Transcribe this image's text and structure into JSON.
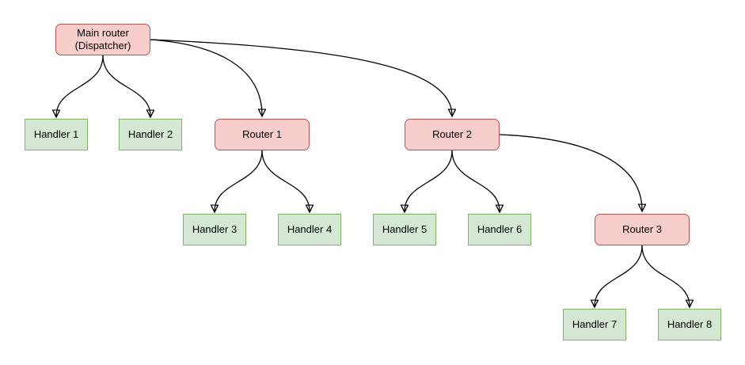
{
  "diagram": {
    "type": "tree-flowchart",
    "colors": {
      "router_fill": "#f8cecc",
      "router_border": "#b85450",
      "handler_fill": "#d5e8d4",
      "handler_border": "#82b366",
      "edge": "#000000",
      "background": "#ffffff",
      "text": "#000000"
    },
    "nodes": {
      "main": {
        "label": "Main router\n(Dispatcher)",
        "kind": "router"
      },
      "router1": {
        "label": "Router 1",
        "kind": "router"
      },
      "router2": {
        "label": "Router 2",
        "kind": "router"
      },
      "router3": {
        "label": "Router 3",
        "kind": "router"
      },
      "handler1": {
        "label": "Handler 1",
        "kind": "handler"
      },
      "handler2": {
        "label": "Handler 2",
        "kind": "handler"
      },
      "handler3": {
        "label": "Handler 3",
        "kind": "handler"
      },
      "handler4": {
        "label": "Handler 4",
        "kind": "handler"
      },
      "handler5": {
        "label": "Handler 5",
        "kind": "handler"
      },
      "handler6": {
        "label": "Handler 6",
        "kind": "handler"
      },
      "handler7": {
        "label": "Handler 7",
        "kind": "handler"
      },
      "handler8": {
        "label": "Handler 8",
        "kind": "handler"
      }
    },
    "edges": [
      {
        "from": "main",
        "to": "handler1"
      },
      {
        "from": "main",
        "to": "handler2"
      },
      {
        "from": "main",
        "to": "router1"
      },
      {
        "from": "main",
        "to": "router2"
      },
      {
        "from": "router1",
        "to": "handler3"
      },
      {
        "from": "router1",
        "to": "handler4"
      },
      {
        "from": "router2",
        "to": "handler5"
      },
      {
        "from": "router2",
        "to": "handler6"
      },
      {
        "from": "router2",
        "to": "router3"
      },
      {
        "from": "router3",
        "to": "handler7"
      },
      {
        "from": "router3",
        "to": "handler8"
      }
    ]
  }
}
